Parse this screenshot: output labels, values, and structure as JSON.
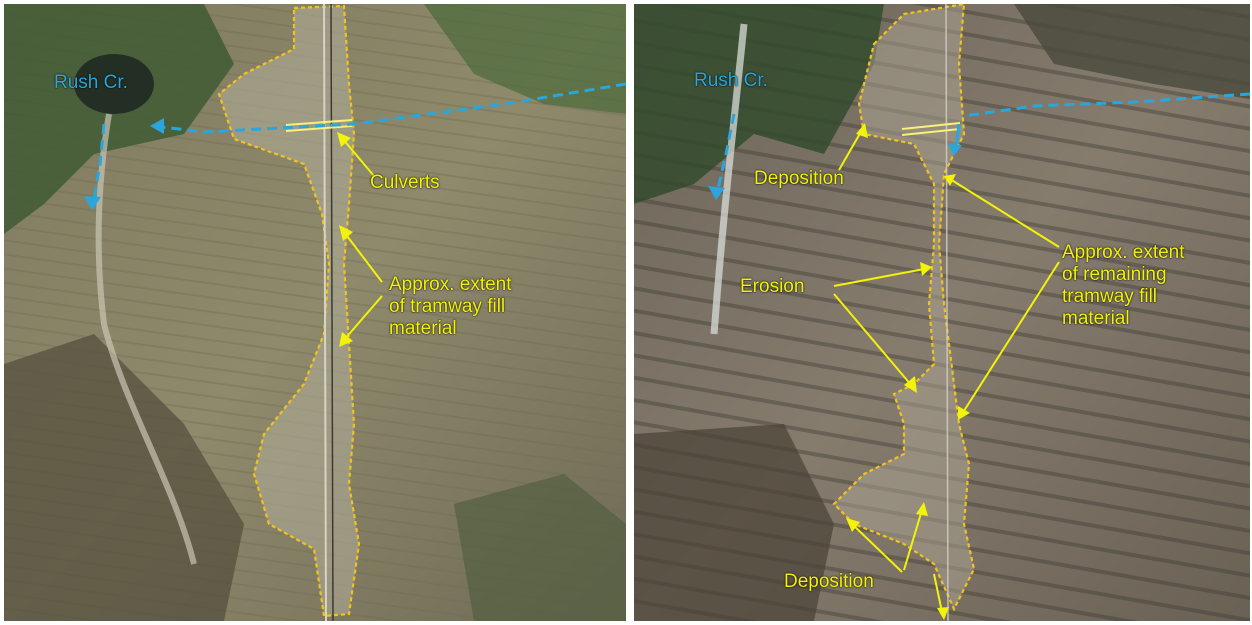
{
  "colors": {
    "annotation": "#f2f20a",
    "creek": "#2aa6dc",
    "fill_outline": "#f2c21e",
    "terrain_left": "#8f8a6c",
    "terrain_right": "#7d7466",
    "vegetation": "#3f5a34"
  },
  "left_panel": {
    "creek_label": "Rush Cr.",
    "culverts_label": "Culverts",
    "extent_label": "Approx. extent\nof tramway fill\nmaterial"
  },
  "right_panel": {
    "creek_label": "Rush Cr.",
    "deposition_top_label": "Deposition",
    "erosion_label": "Erosion",
    "extent_label": "Approx. extent\nof remaining\ntramway fill\nmaterial",
    "deposition_bottom_label": "Deposition"
  }
}
